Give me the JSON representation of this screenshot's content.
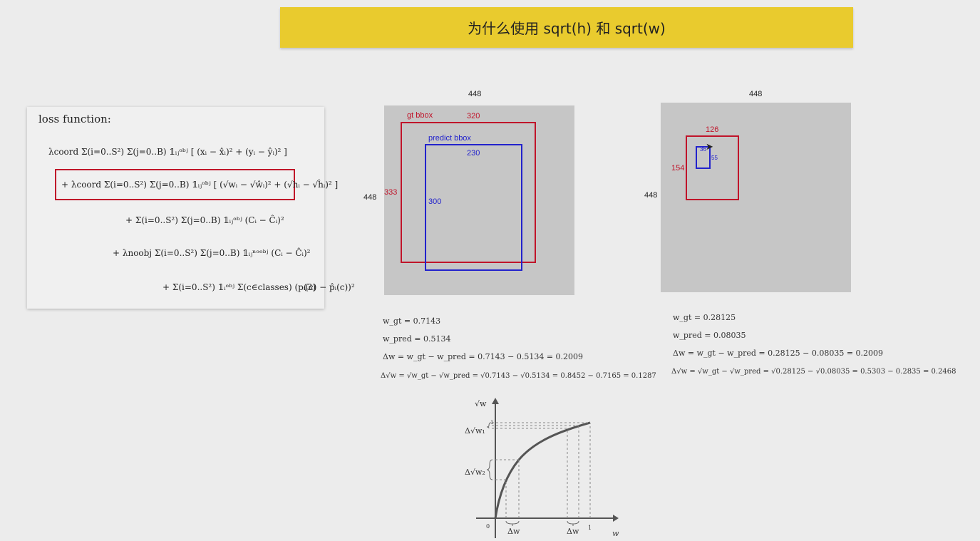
{
  "header": {
    "title": "为什么使用 sqrt(h) 和 sqrt(w)"
  },
  "loss_card": {
    "heading": "loss function:",
    "line1": "λcoord Σ(i=0..S²) Σ(j=0..B) 𝟙ᵢⱼᵒᵇʲ [ (xᵢ − x̂ᵢ)² + (yᵢ − ŷᵢ)² ]",
    "line2": "+ λcoord Σ(i=0..S²) Σ(j=0..B) 𝟙ᵢⱼᵒᵇʲ [ (√wᵢ − √ŵᵢ)² + (√hᵢ − √ĥᵢ)² ]",
    "line3": "+ Σ(i=0..S²) Σ(j=0..B) 𝟙ᵢⱼᵒᵇʲ (Cᵢ − Ĉᵢ)²",
    "line4": "+ λnoobj Σ(i=0..S²) Σ(j=0..B) 𝟙ᵢⱼⁿᵒᵒᵇʲ (Cᵢ − Ĉᵢ)²",
    "line5": "+ Σ(i=0..S²) 𝟙ᵢᵒᵇʲ Σ(c∈classes) (pᵢ(c) − p̂ᵢ(c))²",
    "eq_number": "(3)"
  },
  "left_example": {
    "image_width_label": "448",
    "image_height_label": "448",
    "gt_label": "gt bbox",
    "gt_width": "320",
    "gt_height": "333",
    "pred_label": "predict bbox",
    "pred_width": "230",
    "pred_height": "300",
    "calc_w_gt": "w_gt = 0.7143",
    "calc_w_pred": "w_pred = 0.5134",
    "calc_delta_w": "Δw = w_gt − w_pred = 0.7143 − 0.5134 = 0.2009",
    "calc_delta_sqrt": "Δ√w = √w_gt − √w_pred = √0.7143 − √0.5134 = 0.8452 − 0.7165 = 0.1287"
  },
  "right_example": {
    "image_width_label": "448",
    "image_height_label": "448",
    "gt_width": "126",
    "gt_height": "154",
    "pred_width": "36",
    "pred_height": "55",
    "calc_w_gt": "w_gt = 0.28125",
    "calc_w_pred": "w_pred = 0.08035",
    "calc_delta_w": "Δw = w_gt − w_pred = 0.28125 − 0.08035 = 0.2009",
    "calc_delta_sqrt": "Δ√w = √w_gt − √w_pred = √0.28125 − √0.08035 = 0.5303 − 0.2835 = 0.2468"
  },
  "sqrt_plot": {
    "y_label": "√w",
    "x_label": "w",
    "origin_label": "0",
    "x_one_label": "1",
    "y_one_label": "1",
    "delta_sqrt_w1": "Δ√w₁",
    "delta_sqrt_w2": "Δ√w₂",
    "delta_w_left": "Δw",
    "delta_w_right": "Δw"
  },
  "colors": {
    "gt_box": "#c0142a",
    "pred_box": "#2222cc",
    "title_bg": "#e9cb2e"
  }
}
